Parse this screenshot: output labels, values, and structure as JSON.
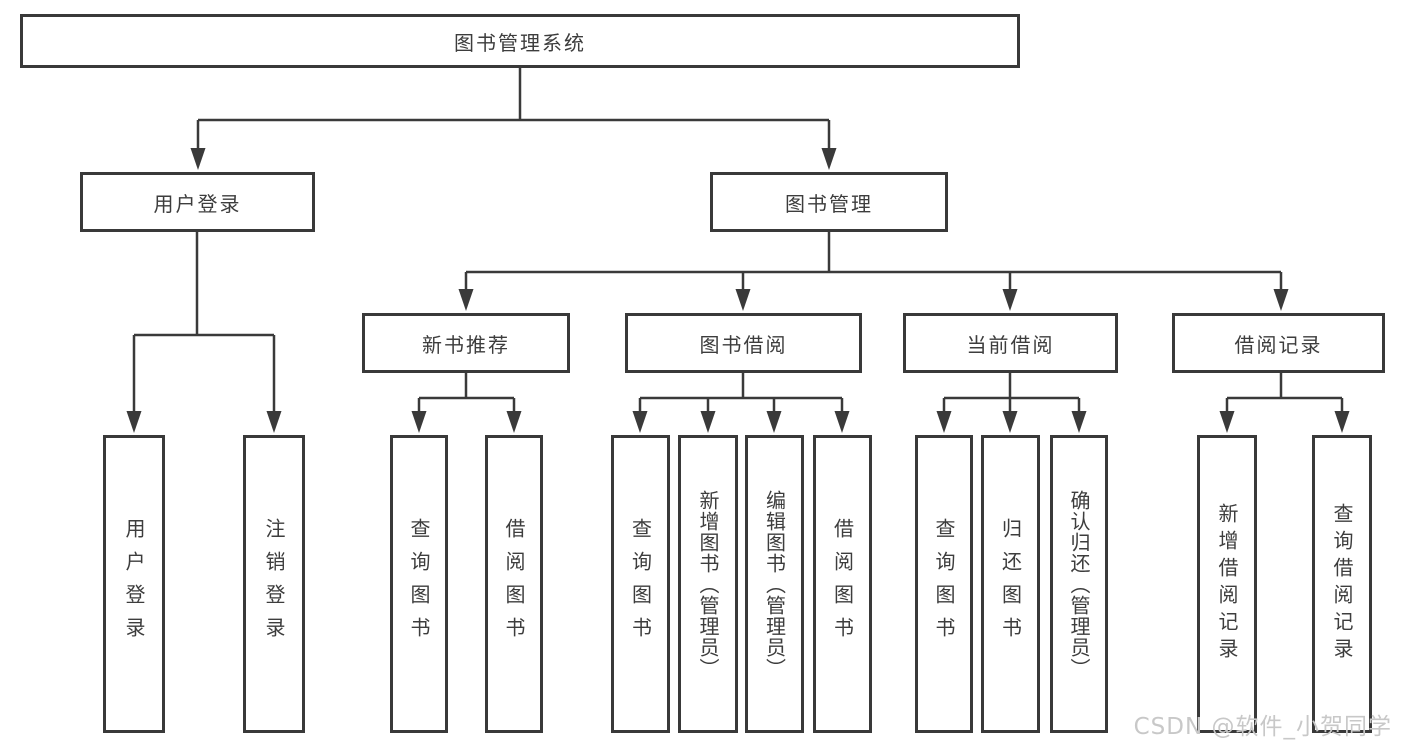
{
  "tree": {
    "root": "图书管理系统",
    "children": [
      {
        "label": "用户登录",
        "children": [
          "用户登录",
          "注销登录"
        ]
      },
      {
        "label": "图书管理",
        "children": [
          {
            "label": "新书推荐",
            "children": [
              "查询图书",
              "借阅图书"
            ]
          },
          {
            "label": "图书借阅",
            "children": [
              "查询图书",
              "新增图书（管理员）",
              "编辑图书（管理员）",
              "借阅图书"
            ]
          },
          {
            "label": "当前借阅",
            "children": [
              "查询图书",
              "归还图书",
              "确认归还（管理员）"
            ]
          },
          {
            "label": "借阅记录",
            "children": [
              "新增借阅记录",
              "查询借阅记录"
            ]
          }
        ]
      }
    ]
  },
  "watermark": "CSDN @软件_小贺同学",
  "colors": {
    "line": "#3a3a3a",
    "node_text": "#3d3d3d",
    "watermark_text": "#c8c8c8"
  }
}
